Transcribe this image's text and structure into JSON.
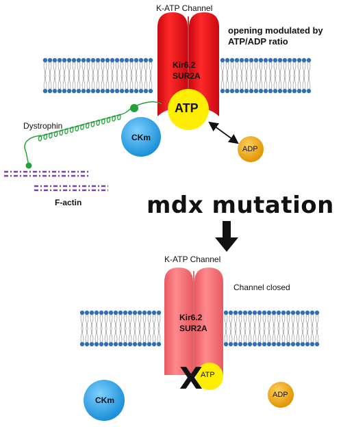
{
  "top_panel": {
    "channel_title": "K-ATP Channel",
    "modulation_note_line1": "opening modulated by",
    "modulation_note_line2": "ATP/ADP ratio",
    "channel_subunit_1": "Kir6.2",
    "channel_subunit_2": "SUR2A",
    "atp_label": "ATP",
    "ckm_label": "CKm",
    "adp_label": "ADP",
    "dystrophin_label": "Dystrophin",
    "factin_label": "F-actin"
  },
  "transition": {
    "label": "mdx mutation"
  },
  "bottom_panel": {
    "channel_title": "K-ATP Channel",
    "state_note": "Channel closed",
    "channel_subunit_1": "Kir6.2",
    "channel_subunit_2": "SUR2A",
    "atp_label": "ATP",
    "ckm_label": "CKm",
    "adp_label": "ADP",
    "block_mark": "X"
  },
  "colors": {
    "channel_open": "#e8141c",
    "channel_closed": "#f06a6e",
    "atp": "#ffee00",
    "ckm": "#1e9ee8",
    "adp": "#f5a800",
    "membrane_head": "#2f6fb5",
    "dystrophin": "#22a33a",
    "factin": "#7a3fa0"
  }
}
